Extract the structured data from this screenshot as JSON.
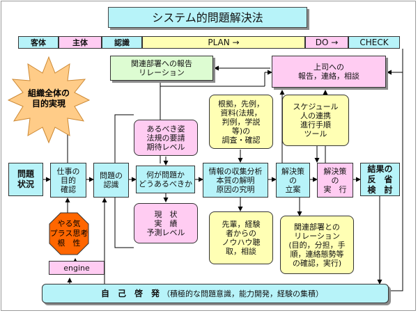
{
  "title": "システム的問題解決法",
  "phase_bar": {
    "kyakutai": "客体",
    "shutai": "主体",
    "ninshiki": "認識",
    "plan": "PLAN →",
    "do": "DO →",
    "check": "CHECK"
  },
  "sun_label": "組織全体の\n目的実現",
  "kanren_houkoku": "関連部署への報告\nリレーション",
  "joushi": "上司への\n報告，連絡，相談",
  "konkyo": "根拠，先例，\n資料(法規，\n判例，学説\n等)の\n調査・確認",
  "schedule": "スケジュール\n人の連携\n進行手順\nツール",
  "arubeki": "あるべき姿\n法規の要請\n期待レベル",
  "mondai_joukyou": "問題\n状況",
  "shigoto": "仕事の\n目的\n確認",
  "mondai_ninshiki": "問題の\n認識",
  "nani_ga": "何が問題か\nどうあるべきか",
  "jouhou": "情報の収集分析\n本質の解明\n原因の究明",
  "kaiketsu_ritsuan": "解決策\nの\n立案",
  "kaiketsu_jikkou": "解決策\nの\n実　行",
  "kekka": "結果の\n反　省\n検　討",
  "genjou": "現　状\n実　績\n予測レベル",
  "senpai": "先輩，経験\n者からの\nノウハウ聴\n取，相談",
  "kanren_relation": "関連部署との\nリレーション\n(目的，分担，手\n順，連絡態勢等\nの確認，実行)",
  "yaruki": "やる気\nプラス思考\n根　性",
  "engine": "engine",
  "jiko_keihatsu": "自　己　啓　発",
  "jiko_keihatsu_sub": "（積極的な問題意識，能力開発，経験の集積）",
  "colors": {
    "cyan": "#b7f3f9",
    "pink": "#ffccf2",
    "yellow": "#ffffb4",
    "green": "#ddfcd2",
    "orange": "#ff6600",
    "sun": "#ffcc88"
  }
}
